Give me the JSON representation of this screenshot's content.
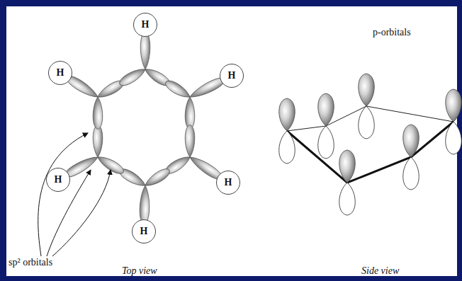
{
  "diagram": {
    "nodes": [
      {
        "text": [
          "H"
        ]
      },
      {
        "text": [
          "H"
        ]
      },
      {
        "text": [
          "H"
        ]
      },
      {
        "text": [
          "H"
        ]
      },
      {
        "text": [
          "H"
        ]
      },
      {
        "text": [
          "H"
        ]
      }
    ],
    "labels": [
      "p-orbitals",
      "sp² orbitals",
      "Top view",
      "Side view"
    ]
  }
}
